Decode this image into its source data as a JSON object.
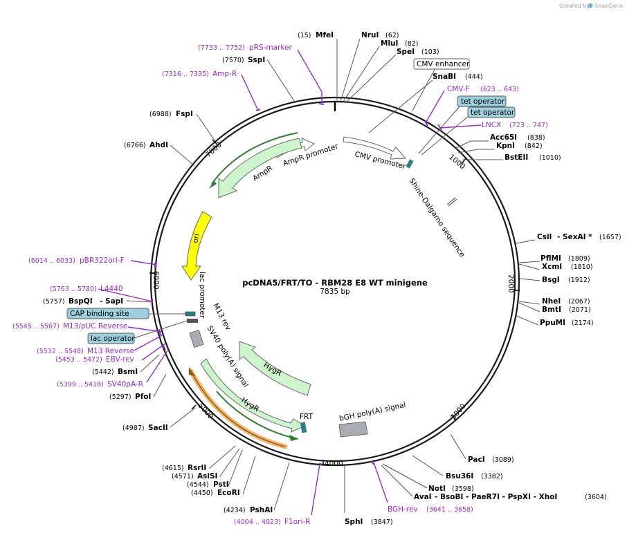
{
  "credit": {
    "prefix": "Created by",
    "app": "SnapGene"
  },
  "plasmid": {
    "name": "pcDNA5/FRT/TO - RBM28 E8 WT minigene",
    "length_label": "7835 bp"
  },
  "ruler_labels": [
    "1000",
    "2000",
    "3000",
    "4000",
    "5000",
    "6000",
    "7000"
  ],
  "enzymes": [
    {
      "name": "MfeI",
      "pos": "(15)"
    },
    {
      "name": "NruI",
      "pos": "(62)"
    },
    {
      "name": "MluI",
      "pos": "(82)"
    },
    {
      "name": "SpeI",
      "pos": "(103)"
    },
    {
      "name": "SnaBI",
      "pos": "(444)"
    },
    {
      "name": "Acc65I",
      "pos": "(838)"
    },
    {
      "name": "KpnI",
      "pos": "(842)"
    },
    {
      "name": "BstEII",
      "pos": "(1010)"
    },
    {
      "name": "CsiI",
      "extra": "- SexAI *",
      "pos": "(1657)"
    },
    {
      "name": "PflMI",
      "pos": "(1809)"
    },
    {
      "name": "XcmI",
      "pos": "(1810)"
    },
    {
      "name": "BsgI",
      "pos": "(1912)"
    },
    {
      "name": "NheI",
      "pos": "(2067)"
    },
    {
      "name": "BmtI",
      "pos": "(2071)"
    },
    {
      "name": "PpuMI",
      "pos": "(2174)"
    },
    {
      "name": "PacI",
      "pos": "(3089)"
    },
    {
      "name": "Bsu36I",
      "pos": "(3382)"
    },
    {
      "name": "NotI",
      "pos": "(3598)"
    },
    {
      "name": "AvaI",
      "extra": "- BsoBI - PaeR7I - PspXI - XhoI",
      "pos": "(3604)"
    },
    {
      "name": "SphI",
      "pos": "(3847)"
    },
    {
      "name": "PshAI",
      "pos": "(4234)"
    },
    {
      "name": "EcoRI",
      "pos": "(4450)"
    },
    {
      "name": "PstI",
      "pos": "(4544)"
    },
    {
      "name": "AsiSI",
      "pos": "(4571)"
    },
    {
      "name": "RsrII",
      "pos": "(4615)"
    },
    {
      "name": "SacII",
      "pos": "(4987)"
    },
    {
      "name": "PfoI",
      "pos": "(5297)"
    },
    {
      "name": "BsmI",
      "pos": "(5442)"
    },
    {
      "name": "BspQI",
      "extra": "- SapI",
      "pos": "(5757)"
    },
    {
      "name": "AhdI",
      "pos": "(6766)"
    },
    {
      "name": "FspI",
      "pos": "(6988)"
    },
    {
      "name": "SspI",
      "pos": "(7570)"
    }
  ],
  "primers": [
    {
      "name": "pRS-marker",
      "range": "(7733 .. 7752)"
    },
    {
      "name": "Amp-R",
      "range": "(7316 .. 7335)"
    },
    {
      "name": "CMV-F",
      "range": "(623 .. 643)"
    },
    {
      "name": "LNCX",
      "range": "(723 .. 747)"
    },
    {
      "name": "pBR322ori-F",
      "range": "(6014 .. 6033)"
    },
    {
      "name": "L4440",
      "range": "(5763 .. 5780)"
    },
    {
      "name": "M13/pUC Reverse",
      "range": "(5545 .. 5567)"
    },
    {
      "name": "M13 Reverse",
      "range": "(5532 .. 5548)"
    },
    {
      "name": "EBV-rev",
      "range": "(5453 .. 5472)"
    },
    {
      "name": "SV40pA-R",
      "range": "(5399 .. 5418)"
    },
    {
      "name": "BGH-rev",
      "range": "(3641 .. 3658)"
    },
    {
      "name": "F1ori-R",
      "range": "(4004 .. 4023)"
    }
  ],
  "boxed_features": [
    {
      "name": "CMV enhancer"
    },
    {
      "name": "tet operator"
    },
    {
      "name": "tet operator"
    },
    {
      "name": "CAP binding site"
    },
    {
      "name": "lac operator"
    }
  ],
  "features": {
    "ampr_promoter": "AmpR promoter",
    "ampr": "AmpR",
    "cmv_promoter": "CMV promoter",
    "shine_dalgarno": "Shine-Dalgarno sequence",
    "ori": "ori",
    "lac_promoter": "lac promoter",
    "m13_rev": "M13 rev",
    "sv40_polya": "SV40 poly(A) signal",
    "hygr_1": "HygR",
    "hygr_2": "HygR",
    "frt": "FRT",
    "bgh_polya": "bGH poly(A) signal"
  },
  "colors": {
    "backbone": "#1a1a1a",
    "primer": "#9c27d9",
    "feature_green": "#ccf5cc",
    "ori_yellow": "#ffff00",
    "operator_teal": "#9bd0dc",
    "polya_gray": "#a9adb3",
    "orf_green": "#2e7d32",
    "orf_orange": "#f4b36b"
  }
}
